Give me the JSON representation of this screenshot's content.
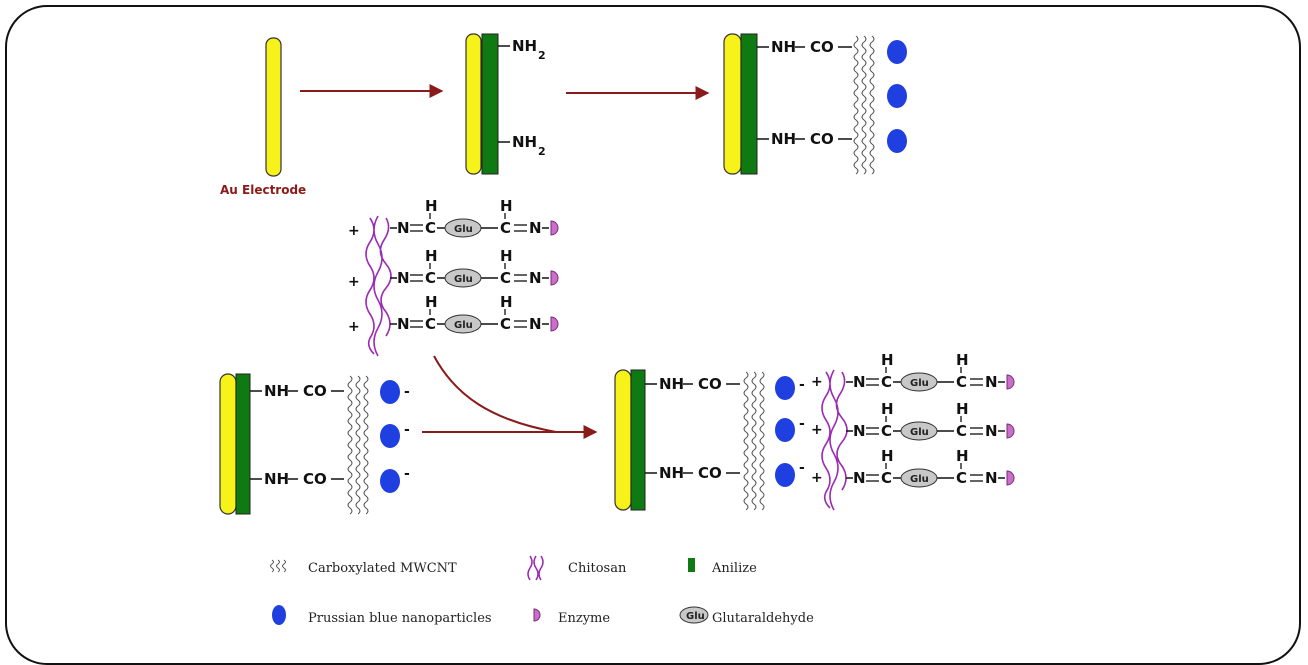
{
  "labels": {
    "electrode": "Au Electrode",
    "nh2": "NH",
    "nh2_sub": "2",
    "nh": "NH",
    "co": "CO",
    "n": "N",
    "c": "C",
    "h": "H",
    "glu": "Glu",
    "plus": "+",
    "minus": "-"
  },
  "legend": {
    "mwcnt": "Carboxylated MWCNT",
    "chitosan": "Chitosan",
    "aniline": "Anilize",
    "prussian": "Prussian blue nanoparticles",
    "enzyme": "Enzyme",
    "glutaraldehyde": "Glutaraldehyde"
  },
  "colors": {
    "gold": "#f7f21a",
    "aniline": "#0f7a12",
    "prussian": "#1f3fe0",
    "arrow": "#8b1a1a",
    "chitosan": "#9a2bb5",
    "enzyme": "#c86fc8",
    "glu": "#c8c8c8"
  }
}
